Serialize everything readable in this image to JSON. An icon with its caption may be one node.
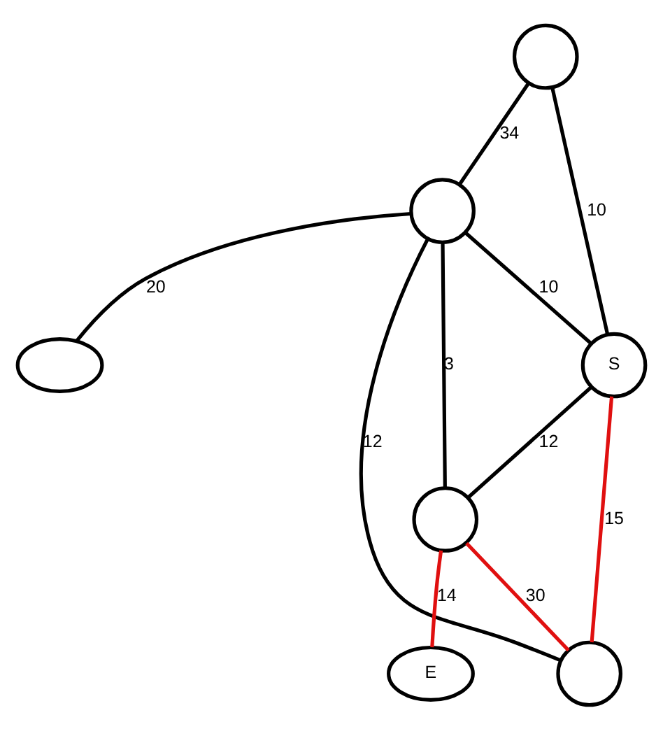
{
  "diagram": {
    "nodes": [
      {
        "text": [],
        "shape": "circle"
      },
      {
        "text": [],
        "shape": "circle"
      },
      {
        "text": [
          "E"
        ]
      },
      {
        "text": [
          "S"
        ]
      },
      {
        "text": [],
        "shape": "circle"
      },
      {
        "text": [],
        "shape": "ellipse"
      },
      {
        "text": [],
        "shape": "circle"
      }
    ],
    "edges": [
      {
        "from": 0,
        "to": 1,
        "arrow": "none",
        "label": "34"
      },
      {
        "from": 0,
        "to": 3,
        "arrow": "none",
        "label": "10"
      },
      {
        "from": 1,
        "to": 3,
        "arrow": "none",
        "label": "10"
      },
      {
        "from": 1,
        "to": 6,
        "arrow": "none",
        "label": "12"
      },
      {
        "from": 1,
        "to": 4,
        "arrow": "none",
        "label": "3"
      },
      {
        "from": 1,
        "to": 5,
        "arrow": "none",
        "label": "20"
      },
      {
        "from": 3,
        "to": 4,
        "arrow": "none",
        "label": "12"
      },
      {
        "from": 4,
        "to": 2,
        "arrow": "none",
        "label": "14",
        "color": "#e01010"
      },
      {
        "from": 3,
        "to": 6,
        "arrow": "none",
        "label": "15",
        "color": "#e01010"
      },
      {
        "from": 4,
        "to": 6,
        "arrow": "none",
        "label": "30",
        "color": "#e01010"
      }
    ]
  }
}
